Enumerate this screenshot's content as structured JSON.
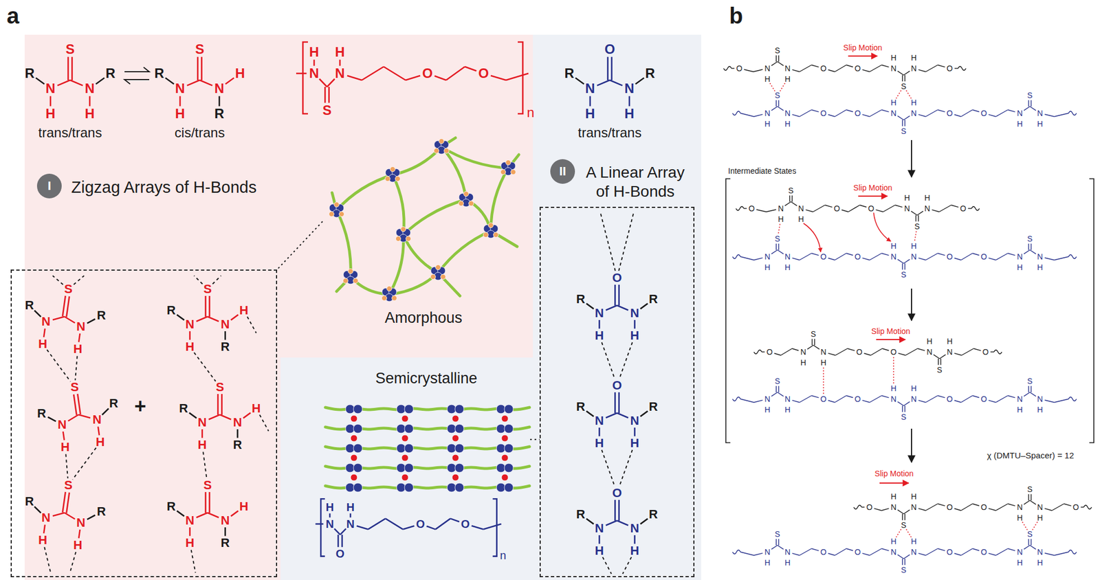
{
  "diagram": {
    "nodes": [
      {
        "text": [
          "Zigzag Arrays of H-Bonds"
        ]
      },
      {
        "text": [
          "Amorphous"
        ]
      },
      {
        "text": [
          "Semicrystalline"
        ]
      },
      {
        "text": [
          "A Linear Array of H-Bonds"
        ]
      }
    ],
    "edges": [
      {
        "from": 1,
        "to": 0,
        "arrow": "none"
      },
      {
        "from": 2,
        "to": 3,
        "arrow": "none"
      }
    ],
    "labels": [
      "a",
      "S",
      "R",
      "N",
      "N",
      "R",
      "H",
      "H",
      "trans/trans",
      "S",
      "R",
      "N",
      "N",
      "H",
      "H",
      "R",
      "cis/trans",
      "H",
      "H",
      "N",
      "N",
      "O",
      "O",
      "S",
      "n",
      "O",
      "R",
      "N",
      "N",
      "R",
      "H",
      "H",
      "trans/trans",
      "I",
      "II",
      "S",
      "R",
      "N",
      "N",
      "R",
      "H",
      "H",
      "S",
      "R",
      "N",
      "N",
      "R",
      "H",
      "H",
      "S",
      "R",
      "N",
      "N",
      "R",
      "H",
      "H",
      "+",
      "S",
      "R",
      "N",
      "N",
      "H",
      "H",
      "R",
      "S",
      "R",
      "N",
      "N",
      "H",
      "H",
      "R",
      "S",
      "R",
      "N",
      "N",
      "H",
      "H",
      "R",
      "O",
      "R",
      "N",
      "N",
      "R",
      "H",
      "H",
      "O",
      "R",
      "N",
      "N",
      "R",
      "H",
      "H",
      "O",
      "R",
      "N",
      "N",
      "R",
      "H",
      "H",
      "H",
      "H",
      "N",
      "N",
      "O",
      "O",
      "O",
      "n",
      "b",
      "Slip Motion",
      "O",
      "S",
      "N",
      "N",
      "H",
      "H",
      "O",
      "O",
      "H",
      "H",
      "N",
      "N",
      "S",
      "O",
      "S",
      "N",
      "N",
      "H",
      "H",
      "O",
      "O",
      "H",
      "H",
      "N",
      "N",
      "S",
      "O",
      "O",
      "S",
      "N",
      "N",
      "H",
      "H",
      "Intermediate States",
      "Slip Motion",
      "O",
      "S",
      "N",
      "N",
      "H",
      "H",
      "O",
      "O",
      "H",
      "H",
      "N",
      "N",
      "S",
      "O",
      "S",
      "N",
      "N",
      "H",
      "H",
      "O",
      "O",
      "H",
      "H",
      "N",
      "N",
      "S",
      "O",
      "O",
      "S",
      "N",
      "N",
      "H",
      "H",
      "Slip Motion",
      "O",
      "S",
      "N",
      "N",
      "H",
      "H",
      "O",
      "O",
      "H",
      "H",
      "N",
      "N",
      "S",
      "O",
      "S",
      "N",
      "N",
      "H",
      "H",
      "O",
      "O",
      "H",
      "H",
      "N",
      "N",
      "S",
      "O",
      "O",
      "S",
      "N",
      "N",
      "H",
      "H",
      "χ (DMTU–Spacer) = 12",
      "Slip Motion",
      "O",
      "H",
      "H",
      "N",
      "N",
      "S",
      "O",
      "O",
      "S",
      "N",
      "N",
      "H",
      "H",
      "O",
      "S",
      "N",
      "N",
      "H",
      "H",
      "O",
      "O",
      "H",
      "H",
      "N",
      "N",
      "S",
      "O",
      "O",
      "S",
      "N",
      "N",
      "H",
      "H"
    ]
  }
}
